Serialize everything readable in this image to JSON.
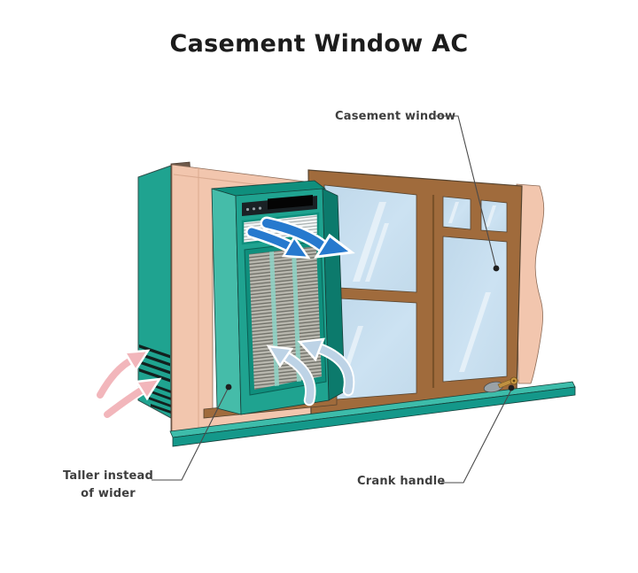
{
  "title": "Casement Window AC",
  "labels": {
    "casement_window": "Casement window",
    "taller_line1": "Taller instead",
    "taller_line2": "of wider",
    "crank": "Crank handle"
  },
  "icons": {
    "cold-air-arrow": "curved-arrow-right-blue",
    "intake-air-arrow": "curved-arrow-up-left-lightblue",
    "exhaust-air-arrow": "curved-arrow-up-right-pink",
    "leader-dot": "filled-circle"
  },
  "colors": {
    "teal": "#1FA390",
    "teal-light": "#45BCA9",
    "teal-dark": "#0C7A6C",
    "teal-top": "#0F8F7D",
    "sill-top": "#3DBCAA",
    "sill-front": "#14988A",
    "wall": "#F2C6AE",
    "wall-line": "#D9A98F",
    "band": "#6F5A4B",
    "frame": "#A06B3C",
    "frame-dark": "#55432F",
    "panel": "#1A2125",
    "blue": "#2679CE",
    "lblue": "#BDD3E6",
    "pink": "#F2B6BB",
    "leader": "#4A4A4A",
    "ink": "#1C1C1C",
    "label": "#3E3E3E"
  }
}
